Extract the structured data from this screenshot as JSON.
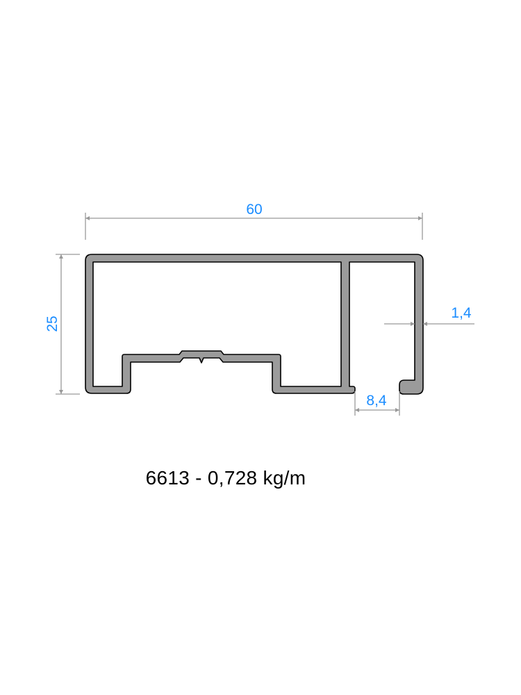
{
  "drawing": {
    "profile_code": "6613",
    "weight": "0,728 kg/m",
    "caption": "6613 - 0,728 kg/m",
    "dimensions": {
      "width": "60",
      "height": "25",
      "wall_thickness": "1,4",
      "slot_opening": "8,4"
    }
  },
  "colors": {
    "dimension_text": "#1a8cff",
    "dimension_line": "#999999",
    "profile_fill": "#9b9b9b",
    "profile_outline": "#000000",
    "caption_text": "#000000"
  }
}
